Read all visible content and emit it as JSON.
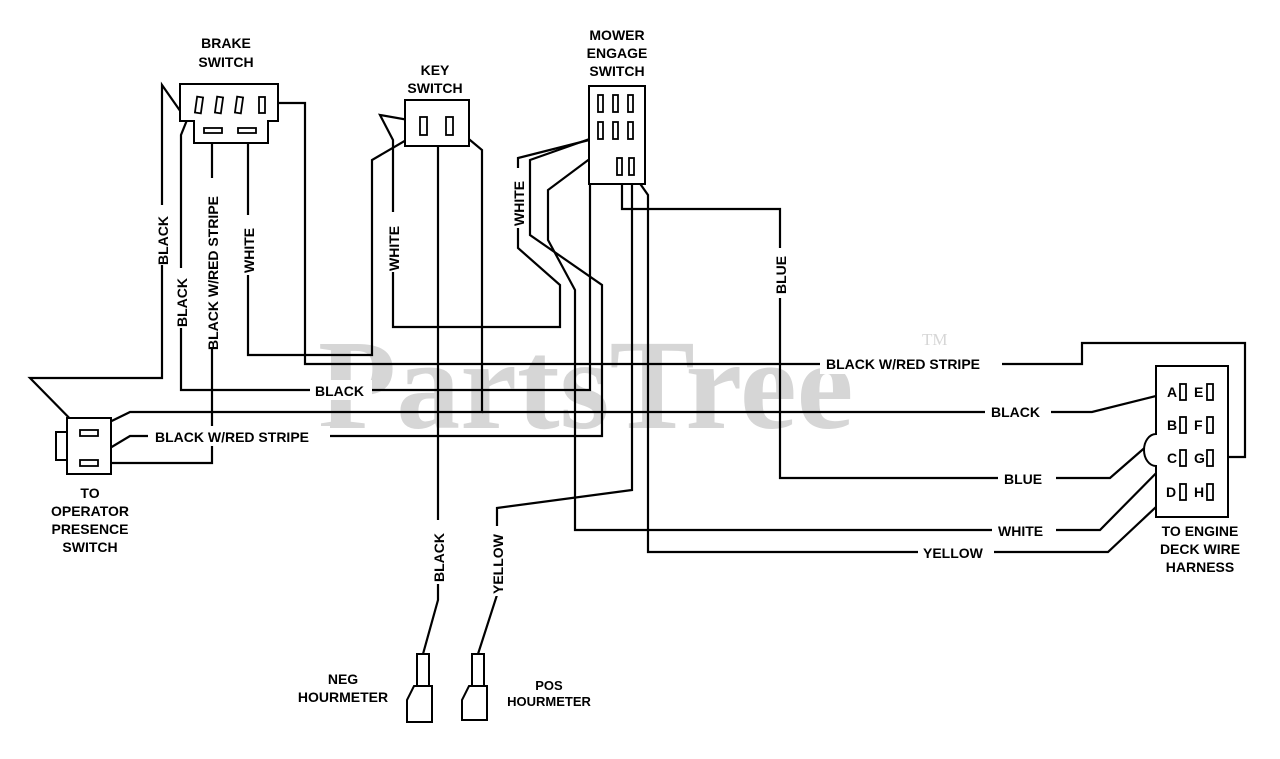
{
  "watermark": {
    "text": "PartsTree",
    "tm": "TM"
  },
  "components": {
    "brake_switch": [
      "BRAKE",
      "SWITCH"
    ],
    "key_switch": [
      "KEY",
      "SWITCH"
    ],
    "mower_engage_switch": [
      "MOWER",
      "ENGAGE",
      "SWITCH"
    ],
    "operator_presence": [
      "TO",
      "OPERATOR",
      "PRESENCE",
      "SWITCH"
    ],
    "engine_deck_harness": [
      "TO ENGINE",
      "DECK WIRE",
      "HARNESS"
    ],
    "neg_hourmeter": [
      "NEG",
      "HOURMETER"
    ],
    "pos_hourmeter": [
      "POS",
      "HOURMETER"
    ]
  },
  "harness_pins": [
    "A",
    "E",
    "B",
    "F",
    "C",
    "G",
    "D",
    "H"
  ],
  "wire_labels": {
    "black_v1": "BLACK",
    "black_v2": "BLACK",
    "black_red_v": "BLACK W/RED STRIPE",
    "white_v1": "WHITE",
    "white_key": "WHITE",
    "white_mower": "WHITE",
    "blue_v": "BLUE",
    "black_red_h": "BLACK W/RED STRIPE",
    "black_h_mid": "BLACK",
    "black_h_right": "BLACK",
    "black_red_op": "BLACK W/RED STRIPE",
    "blue_h": "BLUE",
    "white_h": "WHITE",
    "yellow_h": "YELLOW",
    "black_hour": "BLACK",
    "yellow_hour": "YELLOW"
  }
}
